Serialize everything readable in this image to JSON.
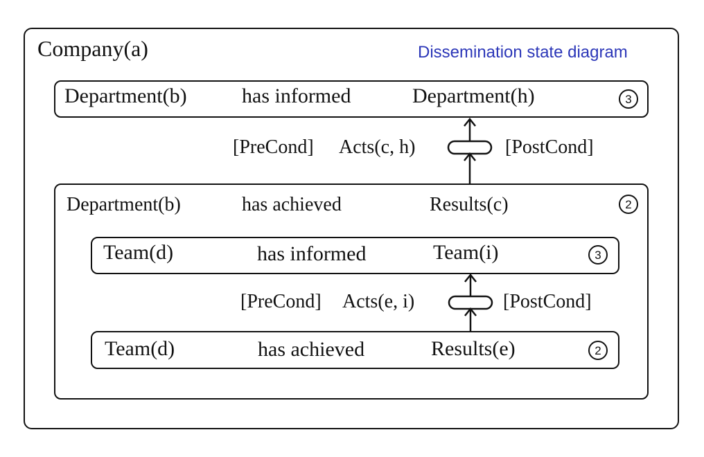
{
  "outer": {
    "label": "Company(a)",
    "caption": "Dissemination state diagram"
  },
  "top_state": {
    "left": "Department(b)",
    "middle": "has informed",
    "right": "Department(h)",
    "badge": "3"
  },
  "upper_transition": {
    "precond": "[PreCond]",
    "acts": "Acts(c, h)",
    "postcond": "[PostCond]"
  },
  "middle_state": {
    "left": "Department(b)",
    "middle": "has achieved",
    "right": "Results(c)",
    "badge": "2"
  },
  "inner_top_state": {
    "left": "Team(d)",
    "middle": "has informed",
    "right": "Team(i)",
    "badge": "3"
  },
  "lower_transition": {
    "precond": "[PreCond]",
    "acts": "Acts(e, i)",
    "postcond": "[PostCond]"
  },
  "inner_bottom_state": {
    "left": "Team(d)",
    "middle": "has achieved",
    "right": "Results(e)",
    "badge": "2"
  }
}
